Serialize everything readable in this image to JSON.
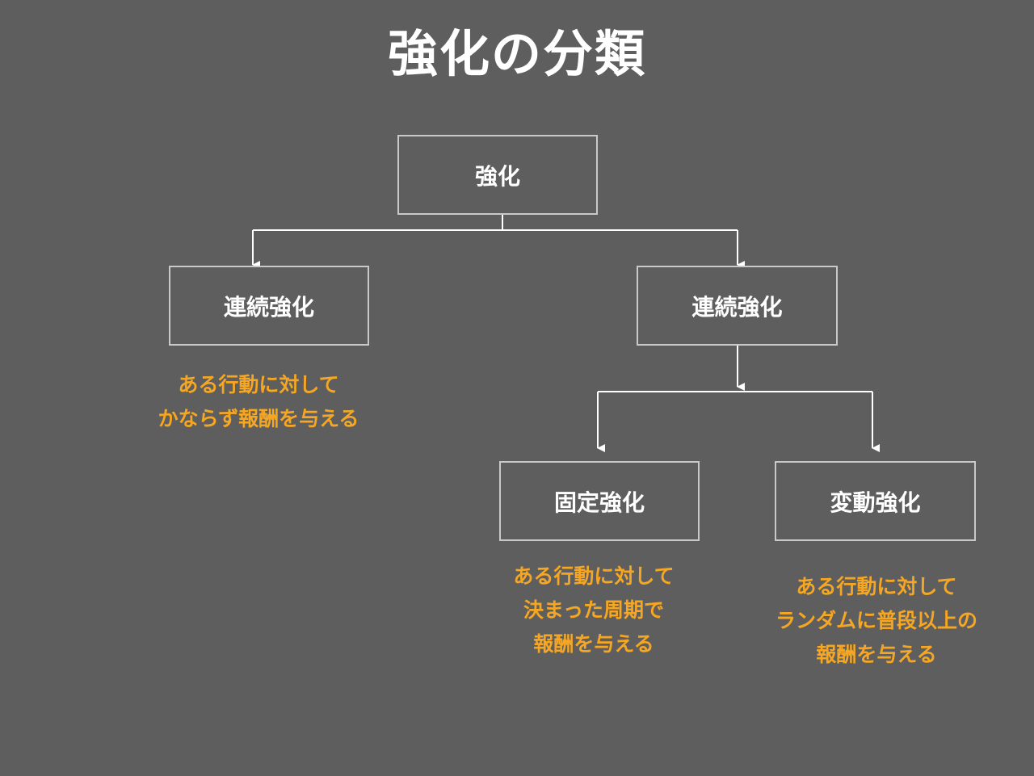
{
  "title": "強化の分類",
  "nodes": {
    "root": "強化",
    "left": "連続強化",
    "right": "連続強化",
    "fixed": "固定強化",
    "variable": "変動強化"
  },
  "descriptions": {
    "left": [
      "ある行動に対して",
      "かならず報酬を与える"
    ],
    "fixed": [
      "ある行動に対して",
      "決まった周期で",
      "報酬を与える"
    ],
    "variable": [
      "ある行動に対して",
      "ランダムに普段以上の",
      "報酬を与える"
    ]
  },
  "colors": {
    "background": "#5e5e5e",
    "box_border": "#c9c9c9",
    "text": "#ffffff",
    "accent": "#f5a623"
  }
}
